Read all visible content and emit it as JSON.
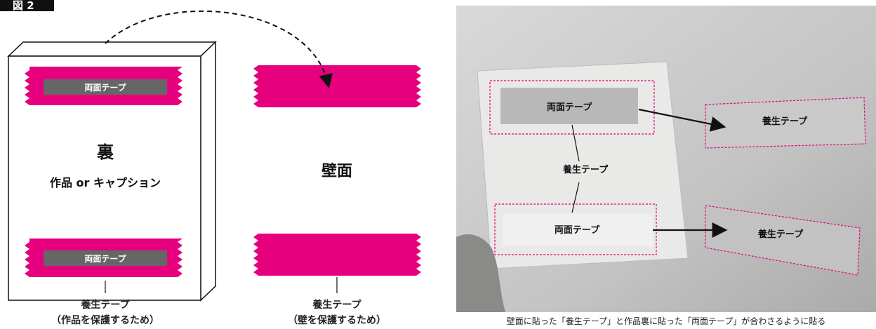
{
  "figure_label": "図 2",
  "diagram": {
    "box_back_title": "裏",
    "box_back_subtitle": "作品 or キャプション",
    "double_tape_top": "両面テープ",
    "double_tape_bottom": "両面テープ",
    "wall_label": "壁面",
    "caption_left_line1": "養生テープ",
    "caption_left_line2": "（作品を保護するため）",
    "caption_right_line1": "養生テープ",
    "caption_right_line2": "（壁を保護するため）"
  },
  "photo": {
    "tape_upper": "両面テープ",
    "tape_lower": "両面テープ",
    "center_label": "養生テープ",
    "wall_tape_upper": "養生テープ",
    "wall_tape_lower": "養生テープ",
    "caption": "壁面に貼った「養生テープ」と作品裏に貼った「両面テープ」が合わさるように貼る"
  },
  "colors": {
    "magenta": "#e6007e",
    "tape_gray": "#666666",
    "ink": "#111111"
  }
}
